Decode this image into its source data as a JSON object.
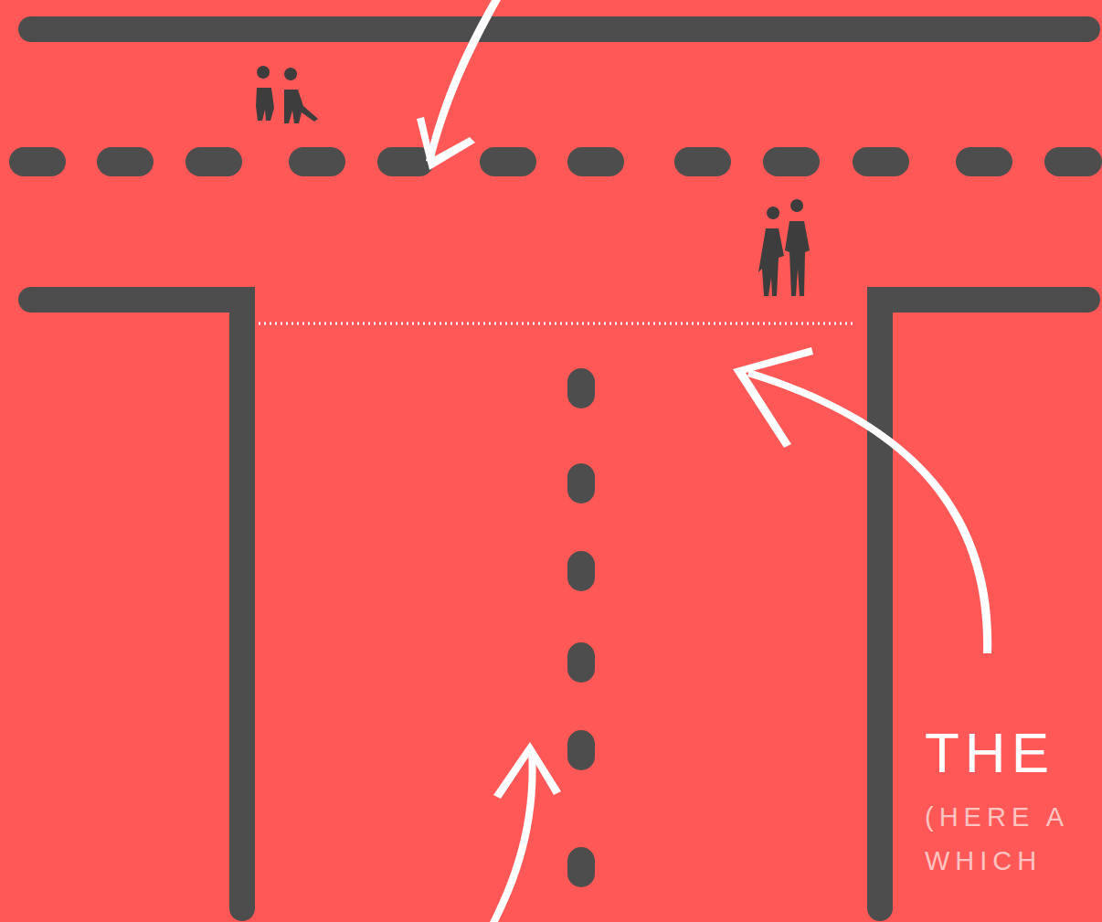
{
  "diagram": {
    "labels": [
      "THE",
      "(HERE A",
      "WHICH"
    ]
  }
}
